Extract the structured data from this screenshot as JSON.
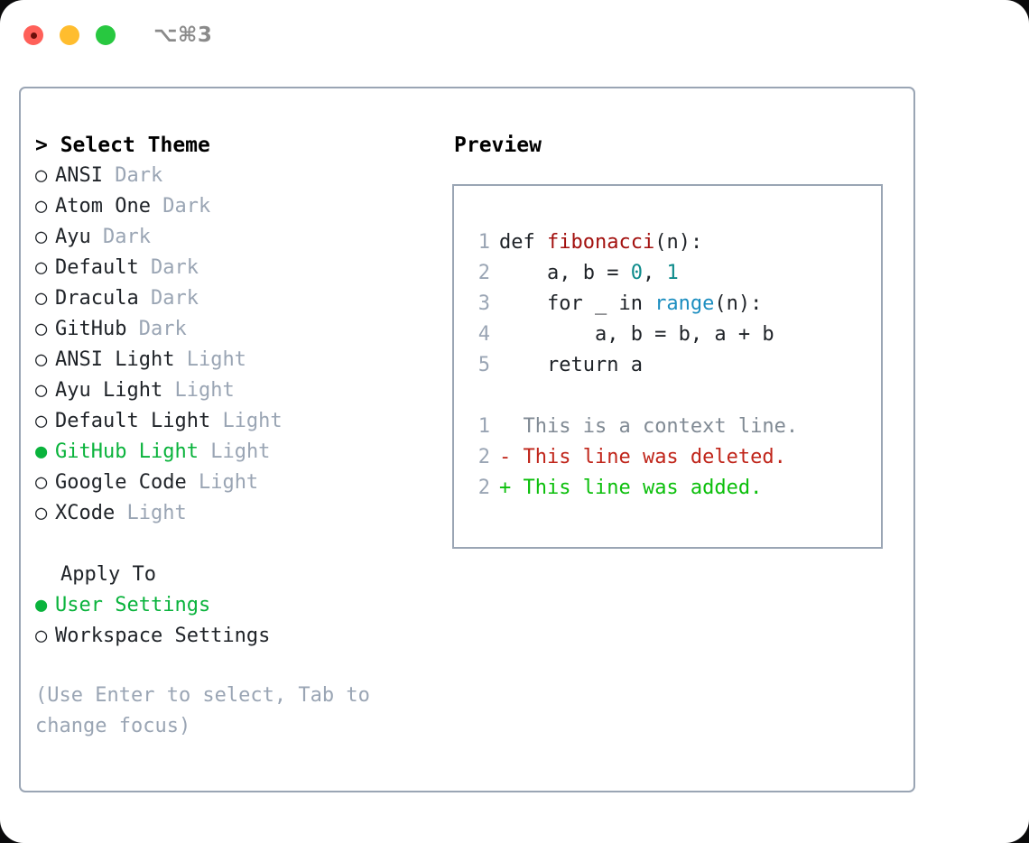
{
  "titlebar": {
    "shortcut": "⌥⌘3",
    "lights": {
      "close": "close-button",
      "minimize": "minimize-button",
      "maximize": "maximize-button"
    }
  },
  "theme_picker": {
    "caret": "> ",
    "title": "Select Theme",
    "unselected_bullet": "○",
    "selected_bullet": "●",
    "items": [
      {
        "bullet": "○",
        "label": "ANSI",
        "suffix": "Dark",
        "selected": false
      },
      {
        "bullet": "○",
        "label": "Atom One",
        "suffix": "Dark",
        "selected": false
      },
      {
        "bullet": "○",
        "label": "Ayu",
        "suffix": "Dark",
        "selected": false
      },
      {
        "bullet": "○",
        "label": "Default",
        "suffix": "Dark",
        "selected": false
      },
      {
        "bullet": "○",
        "label": "Dracula",
        "suffix": "Dark",
        "selected": false
      },
      {
        "bullet": "○",
        "label": "GitHub",
        "suffix": "Dark",
        "selected": false
      },
      {
        "bullet": "○",
        "label": "ANSI Light",
        "suffix": "Light",
        "selected": false
      },
      {
        "bullet": "○",
        "label": "Ayu Light",
        "suffix": "Light",
        "selected": false
      },
      {
        "bullet": "○",
        "label": "Default Light",
        "suffix": "Light",
        "selected": false
      },
      {
        "bullet": "●",
        "label": "GitHub Light",
        "suffix": "Light",
        "selected": true
      },
      {
        "bullet": "○",
        "label": "Google Code",
        "suffix": "Light",
        "selected": false
      },
      {
        "bullet": "○",
        "label": "XCode",
        "suffix": "Light",
        "selected": false
      }
    ]
  },
  "apply_to": {
    "title": "Apply To",
    "items": [
      {
        "bullet": "●",
        "label": "User Settings",
        "selected": true
      },
      {
        "bullet": "○",
        "label": "Workspace Settings",
        "selected": false
      }
    ]
  },
  "hint": "(Use Enter to select, Tab to change focus)",
  "preview": {
    "title": "Preview",
    "code_lines": [
      {
        "number": "1",
        "tokens": [
          {
            "text": "def ",
            "kind": "plain"
          },
          {
            "text": "fibonacci",
            "kind": "fn"
          },
          {
            "text": "(n):",
            "kind": "plain"
          }
        ]
      },
      {
        "number": "2",
        "tokens": [
          {
            "text": "    a, b = ",
            "kind": "plain"
          },
          {
            "text": "0",
            "kind": "num"
          },
          {
            "text": ", ",
            "kind": "plain"
          },
          {
            "text": "1",
            "kind": "num"
          }
        ]
      },
      {
        "number": "3",
        "tokens": [
          {
            "text": "    for _ in ",
            "kind": "plain"
          },
          {
            "text": "range",
            "kind": "call"
          },
          {
            "text": "(n):",
            "kind": "plain"
          }
        ]
      },
      {
        "number": "4",
        "tokens": [
          {
            "text": "        a, b = b, a + b",
            "kind": "plain"
          }
        ]
      },
      {
        "number": "5",
        "tokens": [
          {
            "text": "    return a",
            "kind": "plain"
          }
        ]
      }
    ],
    "diff_lines": [
      {
        "number": "1",
        "marker": " ",
        "text": " This is a context line.",
        "kind": "ctx"
      },
      {
        "number": "2",
        "marker": "-",
        "text": " This line was deleted.",
        "kind": "del"
      },
      {
        "number": "2",
        "marker": "+",
        "text": " This line was added.",
        "kind": "add"
      }
    ]
  },
  "colors": {
    "selected_green": "#0ab33c",
    "added_green": "#0bbf0b",
    "deleted_red": "#c0251a",
    "function_red": "#a3110f",
    "number_teal": "#0d8b8b",
    "call_blue": "#1c8ec0",
    "muted_gray": "#9aa5b4",
    "border_gray": "#9aa5b4",
    "text": "#1f2328"
  }
}
